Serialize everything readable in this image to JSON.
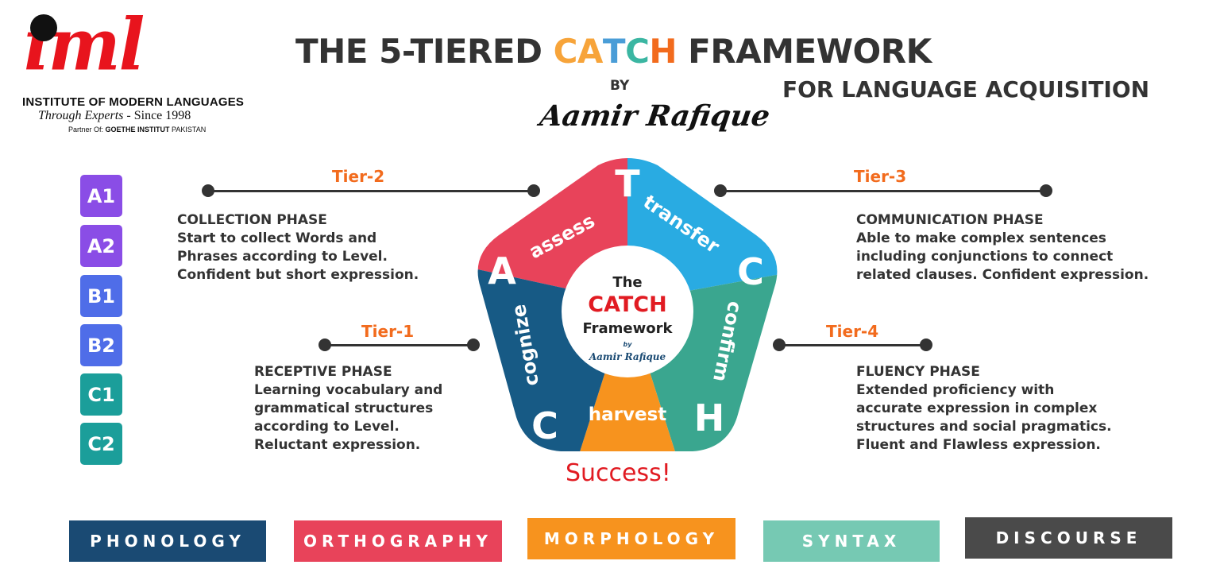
{
  "logo": {
    "wordmark": "iml",
    "institute": "INSTITUTE OF MODERN LANGUAGES",
    "tagline_italic": "Through Experts",
    "tagline_rest": " - Since 1998",
    "partner_prefix": "Partner Of: ",
    "partner_bold": "GOETHE INSTITUT",
    "partner_suffix": " PAKISTAN"
  },
  "title": {
    "prefix": "THE 5-TIERED ",
    "catch_letters": [
      {
        "char": "C",
        "color": "#f7a43a"
      },
      {
        "char": "A",
        "color": "#f7a43a"
      },
      {
        "char": "T",
        "color": "#4a9dd7"
      },
      {
        "char": "C",
        "color": "#3bb6a2"
      },
      {
        "char": "H",
        "color": "#f26b1d"
      }
    ],
    "suffix": " FRAMEWORK",
    "by": "BY",
    "author": "Aamir Rafique",
    "subtitle": "FOR LANGUAGE ACQUISITION"
  },
  "levels": [
    {
      "label": "A1",
      "color": "#8a4de6"
    },
    {
      "label": "A2",
      "color": "#8a4de6"
    },
    {
      "label": "B1",
      "color": "#4f6de8"
    },
    {
      "label": "B2",
      "color": "#4f6de8"
    },
    {
      "label": "C1",
      "color": "#1b9e9a"
    },
    {
      "label": "C2",
      "color": "#1b9e9a"
    }
  ],
  "tiers": {
    "tier1": {
      "label": "Tier-1",
      "heading": "RECEPTIVE PHASE",
      "lines": [
        "Learning vocabulary and",
        "grammatical structures",
        "according to Level.",
        "Reluctant expression."
      ]
    },
    "tier2": {
      "label": "Tier-2",
      "heading": "COLLECTION PHASE",
      "lines": [
        "Start to collect Words and",
        "Phrases according to Level.",
        "Confident but short expression."
      ]
    },
    "tier3": {
      "label": "Tier-3",
      "heading": "COMMUNICATION PHASE",
      "lines": [
        "Able to make complex sentences",
        "including conjunctions to connect",
        "related clauses. Confident expression."
      ]
    },
    "tier4": {
      "label": "Tier-4",
      "heading": "FLUENCY PHASE",
      "lines": [
        "Extended proficiency with",
        "accurate expression in complex",
        "structures and social pragmatics.",
        "Fluent and Flawless expression."
      ]
    }
  },
  "pentagon": {
    "segments": [
      {
        "letter": "T",
        "word": "transfer",
        "color": "#29abe2"
      },
      {
        "letter": "C",
        "word": "confirm",
        "color": "#3aa68f"
      },
      {
        "letter": "H",
        "word": "harvest",
        "color": "#f7931e"
      },
      {
        "letter": "C",
        "word": "cognize",
        "color": "#175a85"
      },
      {
        "letter": "A",
        "word": "assess",
        "color": "#e8435a"
      }
    ],
    "center_the": "The",
    "center_catch": "CATCH",
    "center_framework": "Framework",
    "center_by": "by",
    "center_author": "Aamir Rafique"
  },
  "success": "Success!",
  "skills": [
    {
      "label": "PHONOLOGY",
      "color": "#1a4a73"
    },
    {
      "label": "ORTHOGRAPHY",
      "color": "#e8435a"
    },
    {
      "label": "MORPHOLOGY",
      "color": "#f7931e"
    },
    {
      "label": "SYNTAX",
      "color": "#76c9b3"
    },
    {
      "label": "DISCOURSE",
      "color": "#4a4a4a"
    }
  ]
}
